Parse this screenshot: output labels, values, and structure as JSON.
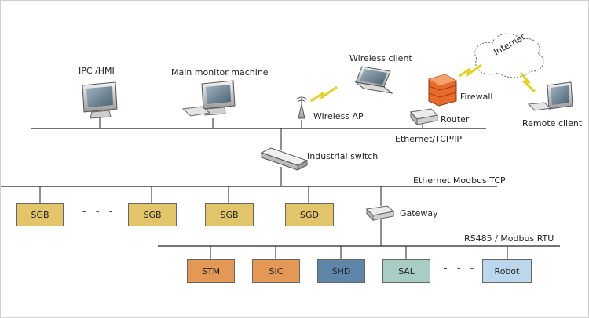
{
  "labels": {
    "ipc_hmi": "IPC /HMI",
    "main_monitor": "Main monitor machine",
    "wireless_client": "Wireless client",
    "wireless_ap": "Wireless AP",
    "firewall": "Firewall",
    "router": "Router",
    "internet": "Internet",
    "remote_client": "Remote client",
    "ethernet_tcpip": "Ethernet/TCP/IP",
    "industrial_switch": "Industrial switch",
    "ethernet_modbus_tcp": "Ethernet  Modbus TCP",
    "gateway": "Gateway",
    "rs485_modbus_rtu": "RS485 / Modbus RTU"
  },
  "top_devices": [
    {
      "label": "SGB",
      "color": "#e2c46a"
    },
    {
      "label": "SGB",
      "color": "#e2c46a"
    },
    {
      "label": "SGB",
      "color": "#e2c46a"
    },
    {
      "label": "SGD",
      "color": "#e2c46a"
    }
  ],
  "bottom_devices": [
    {
      "label": "STM",
      "color": "#e39856"
    },
    {
      "label": "SIC",
      "color": "#e39856"
    },
    {
      "label": "SHD",
      "color": "#5f86a8"
    },
    {
      "label": "SAL",
      "color": "#a8cdc4"
    },
    {
      "label": "Robot",
      "color": "#bcd6ec"
    }
  ],
  "ellipsis": "- - -"
}
